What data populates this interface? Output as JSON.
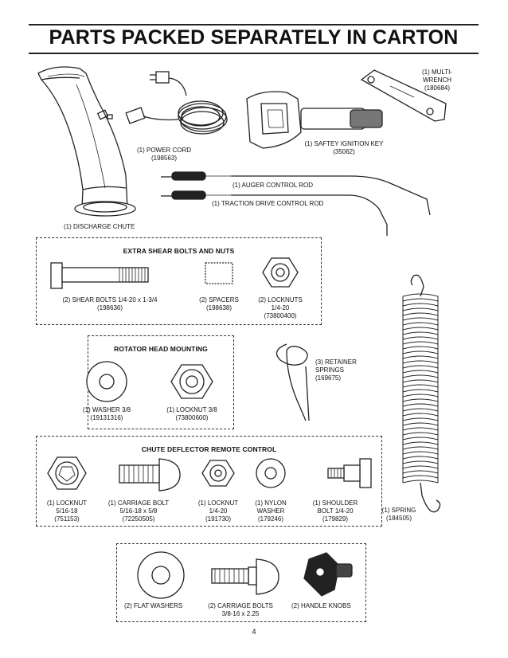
{
  "title": "PARTS PACKED SEPARATELY IN CARTON",
  "page_number": "4",
  "parts": {
    "discharge_chute": "(1) DISCHARGE CHUTE",
    "power_cord": [
      "(1) POWER CORD",
      "(198563)"
    ],
    "ignition_key": [
      "(1) SAFTEY IGNITION KEY",
      "(35062)"
    ],
    "multi_wrench": [
      "(1) MULTI-",
      "WRENCH",
      "(180684)"
    ],
    "auger_rod": "(1) AUGER CONTROL ROD",
    "traction_rod": "(1) TRACTION DRIVE CONTROL ROD",
    "retainer_springs": [
      "(3) RETAINER",
      "SPRINGS",
      "(169675)"
    ],
    "spring": [
      "(1) SPRING",
      "(184505)"
    ]
  },
  "shear_box": {
    "title": "EXTRA SHEAR BOLTS AND NUTS",
    "shear_bolts": [
      "(2) SHEAR BOLTS 1/4-20 x 1-3/4",
      "(198636)"
    ],
    "spacers": [
      "(2) SPACERS",
      "(198638)"
    ],
    "locknuts": [
      "(2) LOCKNUTS",
      "1/4-20",
      "(73800400)"
    ]
  },
  "rotator_box": {
    "title": "ROTATOR HEAD MOUNTING",
    "washer": [
      "(1) WASHER 3/8",
      "(19131316)"
    ],
    "locknut": [
      "(1) LOCKNUT 3/8",
      "(73800600)"
    ]
  },
  "deflector_box": {
    "title": "CHUTE DEFLECTOR REMOTE CONTROL",
    "locknut_516": [
      "(1) LOCKNUT",
      "5/16-18",
      "(751153)"
    ],
    "carriage_bolt": [
      "(1) CARRIAGE BOLT",
      "5/16-18 x 5/8",
      "(72250505)"
    ],
    "locknut_14": [
      "(1) LOCKNUT",
      "1/4-20",
      "(191730)"
    ],
    "nylon_washer": [
      "(1) NYLON",
      "WASHER",
      "(179246)"
    ],
    "shoulder_bolt": [
      "(1) SHOULDER",
      "BOLT 1/4-20",
      "(179829)"
    ]
  },
  "bottom_box": {
    "flat_washers": "(2) FLAT WASHERS",
    "carriage_bolts": [
      "(2) CARRIAGE BOLTS",
      "3/8-16 x 2.25"
    ],
    "handle_knobs": "(2) HANDLE KNOBS"
  }
}
